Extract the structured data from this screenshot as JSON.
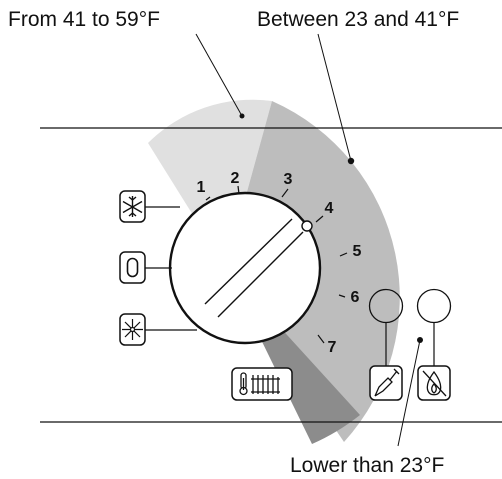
{
  "annotations": {
    "top_left": "From 41 to 59°F",
    "top_right": "Between 23 and 41°F",
    "bottom": "Lower  than 23°F"
  },
  "dial": {
    "numbers": [
      "1",
      "2",
      "3",
      "4",
      "5",
      "6",
      "7"
    ]
  },
  "icons": {
    "frost": "snowflake-icon",
    "off": "off-icon",
    "sun": "sun-icon",
    "heating": "thermometer-radiator-icon",
    "chimney_sweep": "chimney-sweep-icon",
    "flame_off": "flame-off-icon",
    "indicator_1": "indicator-lamp-icon",
    "indicator_2": "indicator-lamp-icon"
  },
  "colors": {
    "sector_light": "#e0e0e0",
    "sector_mid": "#bdbdbd",
    "sector_dark": "#8c8c8c",
    "stroke": "#111111"
  }
}
